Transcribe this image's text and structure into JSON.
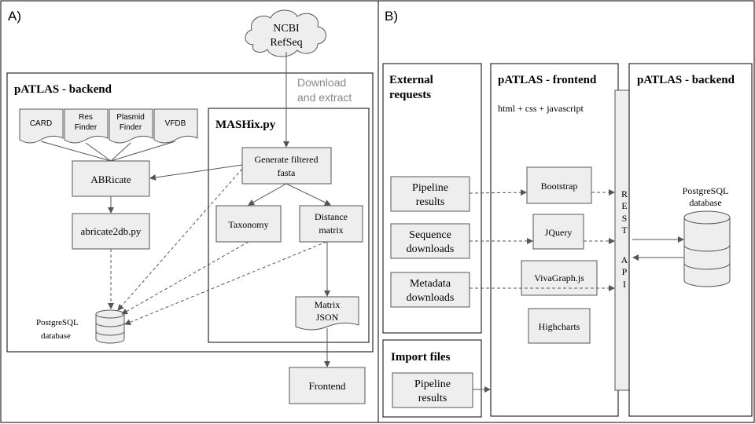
{
  "panel_a": {
    "label": "A)",
    "cloud_line1": "NCBI",
    "cloud_line2": "RefSeq",
    "download_line1": "Download",
    "download_line2": "and extract",
    "backend_title": "pATLAS - backend",
    "db_card": "CARD",
    "db_resfinder_line1": "Res",
    "db_resfinder_line2": "Finder",
    "db_plasmidfinder_line1": "Plasmid",
    "db_plasmidfinder_line2": "Finder",
    "db_vfdb": "VFDB",
    "abricate": "ABRicate",
    "abricate2db": "abricate2db.py",
    "postgres_line1": "PostgreSQL",
    "postgres_line2": "database",
    "mashix_title": "MASHix.py",
    "generate_line1": "Generate filtered",
    "generate_line2": "fasta",
    "taxonomy": "Taxonomy",
    "distance_line1": "Distance",
    "distance_line2": "matrix",
    "matrix_json_line1": "Matrix",
    "matrix_json_line2": "JSON",
    "frontend": "Frontend"
  },
  "panel_b": {
    "label": "B)",
    "external_line1": "External",
    "external_line2": "requests",
    "pipeline_line1": "Pipeline",
    "pipeline_line2": "results",
    "sequence_line1": "Sequence",
    "sequence_line2": "downloads",
    "metadata_line1": "Metadata",
    "metadata_line2": "downloads",
    "import_title": "Import files",
    "import_pipeline_line1": "Pipeline",
    "import_pipeline_line2": "results",
    "frontend_title": "pATLAS - frontend",
    "frontend_subtitle": "html + css + javascript",
    "bootstrap": "Bootstrap",
    "jquery": "JQuery",
    "vivagraph": "VivaGraph.js",
    "highcharts": "Highcharts",
    "rest_letters": [
      "R",
      "E",
      "S",
      "T"
    ],
    "api_letters": [
      "A",
      "P",
      "I"
    ],
    "backend_title": "pATLAS - backend",
    "postgres_line1": "PostgreSQL",
    "postgres_line2": "database"
  }
}
